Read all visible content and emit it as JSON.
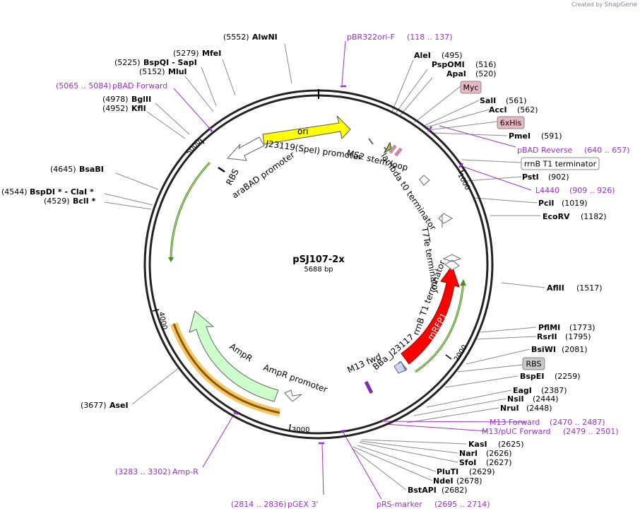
{
  "credit": {
    "prefix": "Created by",
    "brand": "SnapGene"
  },
  "plasmid": {
    "name": "pSJ107-2x",
    "length_label": "5688 bp"
  },
  "ticks": [
    "1000",
    "2000",
    "3000",
    "4000",
    "5000"
  ],
  "features": {
    "ori": "ori",
    "mrfp1": "mRFP1",
    "ampr": "AmpR",
    "ampr_promoter": "AmpR promoter",
    "arabad_promoter": "araBAD promoter",
    "rbs": "RBS",
    "j23119": "J23119(SpeI) promoter",
    "ms2": "MS2 stem loop",
    "lambda_t0": "lambda t0 terminator",
    "t7te": "T7Te terminator",
    "rrnb_t1": "rrnB T1 terminator",
    "bba": "BBa_J23117",
    "m13fwd": "M13 fwd"
  },
  "sites_left": [
    {
      "pos": "(5552)",
      "name": "AlwNI"
    },
    {
      "pos": "(5279)",
      "name": "MfeI"
    },
    {
      "pos": "(5225)",
      "name": "BspQI  - SapI"
    },
    {
      "pos": "(5152)",
      "name": "MluI"
    },
    {
      "pos": "(4978)",
      "name": "BglII"
    },
    {
      "pos": "(4952)",
      "name": "KflI"
    },
    {
      "pos": "(4645)",
      "name": "BsaBI"
    },
    {
      "pos": "(4544)",
      "name": "BspDI *  - ClaI *"
    },
    {
      "pos": "(4529)",
      "name": "BclI *"
    },
    {
      "pos": "(3677)",
      "name": "AseI"
    }
  ],
  "sites_right": [
    {
      "name": "AleI",
      "pos": "(495)"
    },
    {
      "name": "PspOMI",
      "pos": "(516)"
    },
    {
      "name": "ApaI",
      "pos": "(520)"
    },
    {
      "name": "SalI",
      "pos": "(561)"
    },
    {
      "name": "AccI",
      "pos": "(562)"
    },
    {
      "name": "PmeI",
      "pos": "(591)"
    },
    {
      "name": "PstI",
      "pos": "(902)"
    },
    {
      "name": "PciI",
      "pos": "(1019)"
    },
    {
      "name": "EcoRV",
      "pos": "(1182)"
    },
    {
      "name": "AflII",
      "pos": "(1517)"
    },
    {
      "name": "PflMI",
      "pos": "(1773)"
    },
    {
      "name": "RsrII",
      "pos": "(1795)"
    },
    {
      "name": "BsiWI",
      "pos": "(2081)"
    },
    {
      "name": "BspEI",
      "pos": "(2259)"
    },
    {
      "name": "EagI",
      "pos": "(2387)"
    },
    {
      "name": "NsiI",
      "pos": "(2444)"
    },
    {
      "name": "NruI",
      "pos": "(2448)"
    },
    {
      "name": "KasI",
      "pos": "(2625)"
    },
    {
      "name": "NarI",
      "pos": "(2626)"
    },
    {
      "name": "SfoI",
      "pos": "(2627)"
    },
    {
      "name": "PluTI",
      "pos": "(2629)"
    },
    {
      "name": "NdeI",
      "pos": "(2678)"
    },
    {
      "name": "BstAPI",
      "pos": "(2682)"
    }
  ],
  "primers": {
    "pbr322": {
      "name": "pBR322ori-F",
      "range": "(118 .. 137)"
    },
    "pbad_fwd": {
      "range": "(5065 .. 5084)",
      "name": "pBAD Forward"
    },
    "pbad_rev": {
      "name": "pBAD Reverse",
      "range": "(640 .. 657)"
    },
    "l4440": {
      "name": "L4440",
      "range": "(909 .. 926)"
    },
    "m13_fwd": {
      "name": "M13 Forward",
      "range": "(2470 .. 2487)"
    },
    "m13_puc": {
      "name": "M13/pUC Forward",
      "range": "(2479 .. 2501)"
    },
    "amp_r": {
      "range": "(3283 .. 3302)",
      "name": "Amp-R"
    },
    "pgex": {
      "range": "(2814 .. 2836)",
      "name": "pGEX 3'"
    },
    "prs": {
      "name": "pRS-marker",
      "range": "(2695 .. 2714)"
    }
  },
  "boxes": {
    "myc": "Myc",
    "his": "6xHis",
    "rrnb_box": "rrnB T1 terminator",
    "rbs_box": "RBS"
  },
  "colors": {
    "backbone": "#222222",
    "primer": "#9b30c8",
    "ori": "#ffff00",
    "mrfp1": "#ff0000",
    "ampr": "#ccffcc",
    "ampr_halo": "#f6c768",
    "orf_line": "#4d8c1f",
    "box_pink": "#e7b7c3",
    "box_gray": "#c8c8c8"
  }
}
